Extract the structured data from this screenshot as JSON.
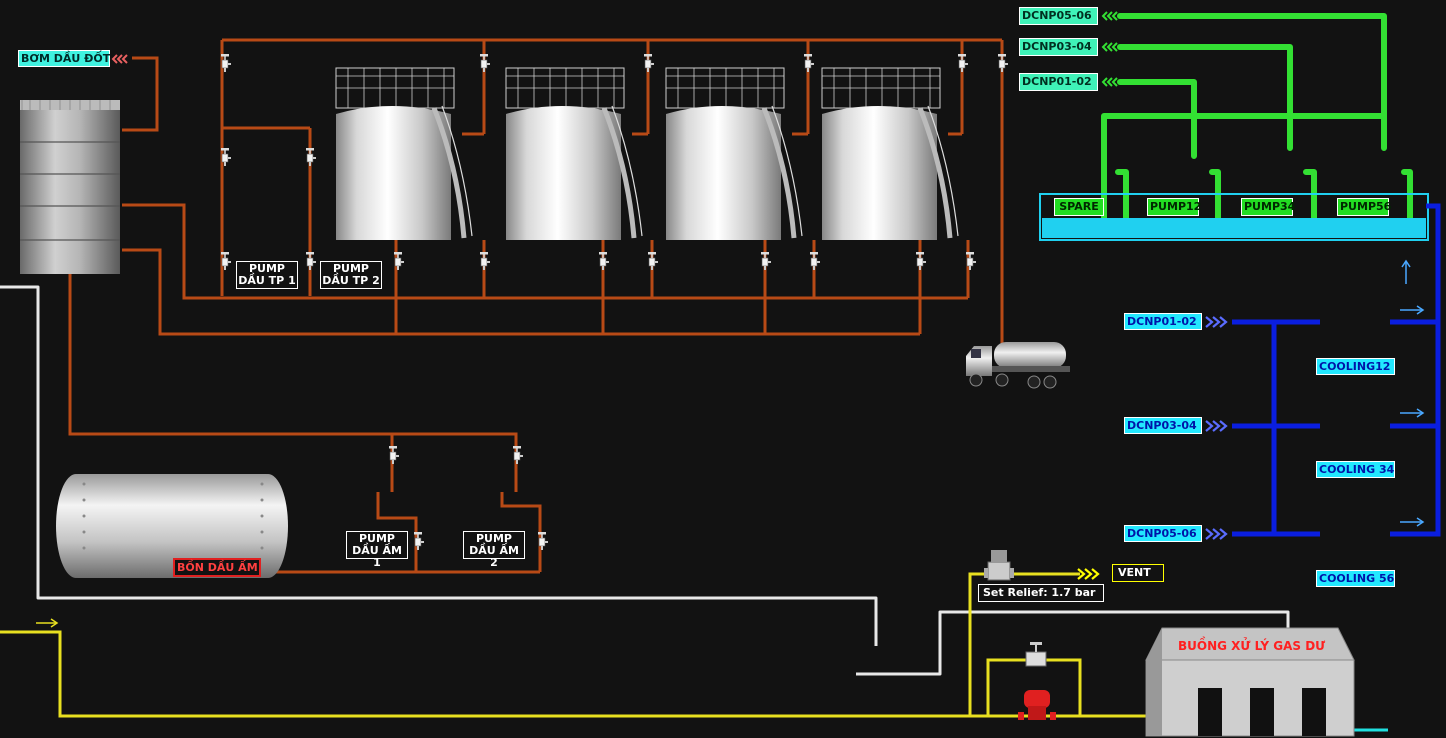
{
  "labels": {
    "bom_dau_dot": "BƠM DẦU ĐỐT",
    "pump_dau_tp1": "PUMP DẦU TP 1",
    "pump_dau_tp2": "PUMP DẦU TP 2",
    "pump_dau_am1": "PUMP DẦU ẤM 1",
    "pump_dau_am2": "PUMP DẦU ẤM 2",
    "bon_dau_am": "BỒN DẦU ẤM",
    "set_relief": "Set Relief: 1.7 bar",
    "vent": "VENT",
    "buong_xu_ly": "BUỒNG XỬ LÝ GAS DƯ"
  },
  "pump_station": {
    "labels": [
      "SPARE",
      "PUMP12",
      "PUMP34",
      "PUMP56"
    ]
  },
  "dcnp_green": [
    "DCNP05-06",
    "DCNP03-04",
    "DCNP01-02"
  ],
  "dcnp_blue": [
    "DCNP01-02",
    "DCNP03-04",
    "DCNP05-06"
  ],
  "cooling": [
    "COOLING12",
    "COOLING 34",
    "COOLING 56"
  ],
  "colors": {
    "background": "#121212",
    "fuel_pipe": "#b84a16",
    "green_pipe": "#33e033",
    "blue_pipe": "#0a1ee0",
    "gas_pipe": "#e8e020",
    "white_pipe": "#e8e8e8",
    "cyan_tank": "#20d0f0"
  },
  "icons": {
    "valve": "gate-valve-icon",
    "tank": "storage-tank-icon",
    "truck": "tanker-truck-icon",
    "arrow": "flow-arrow-icon",
    "building": "building-icon"
  }
}
